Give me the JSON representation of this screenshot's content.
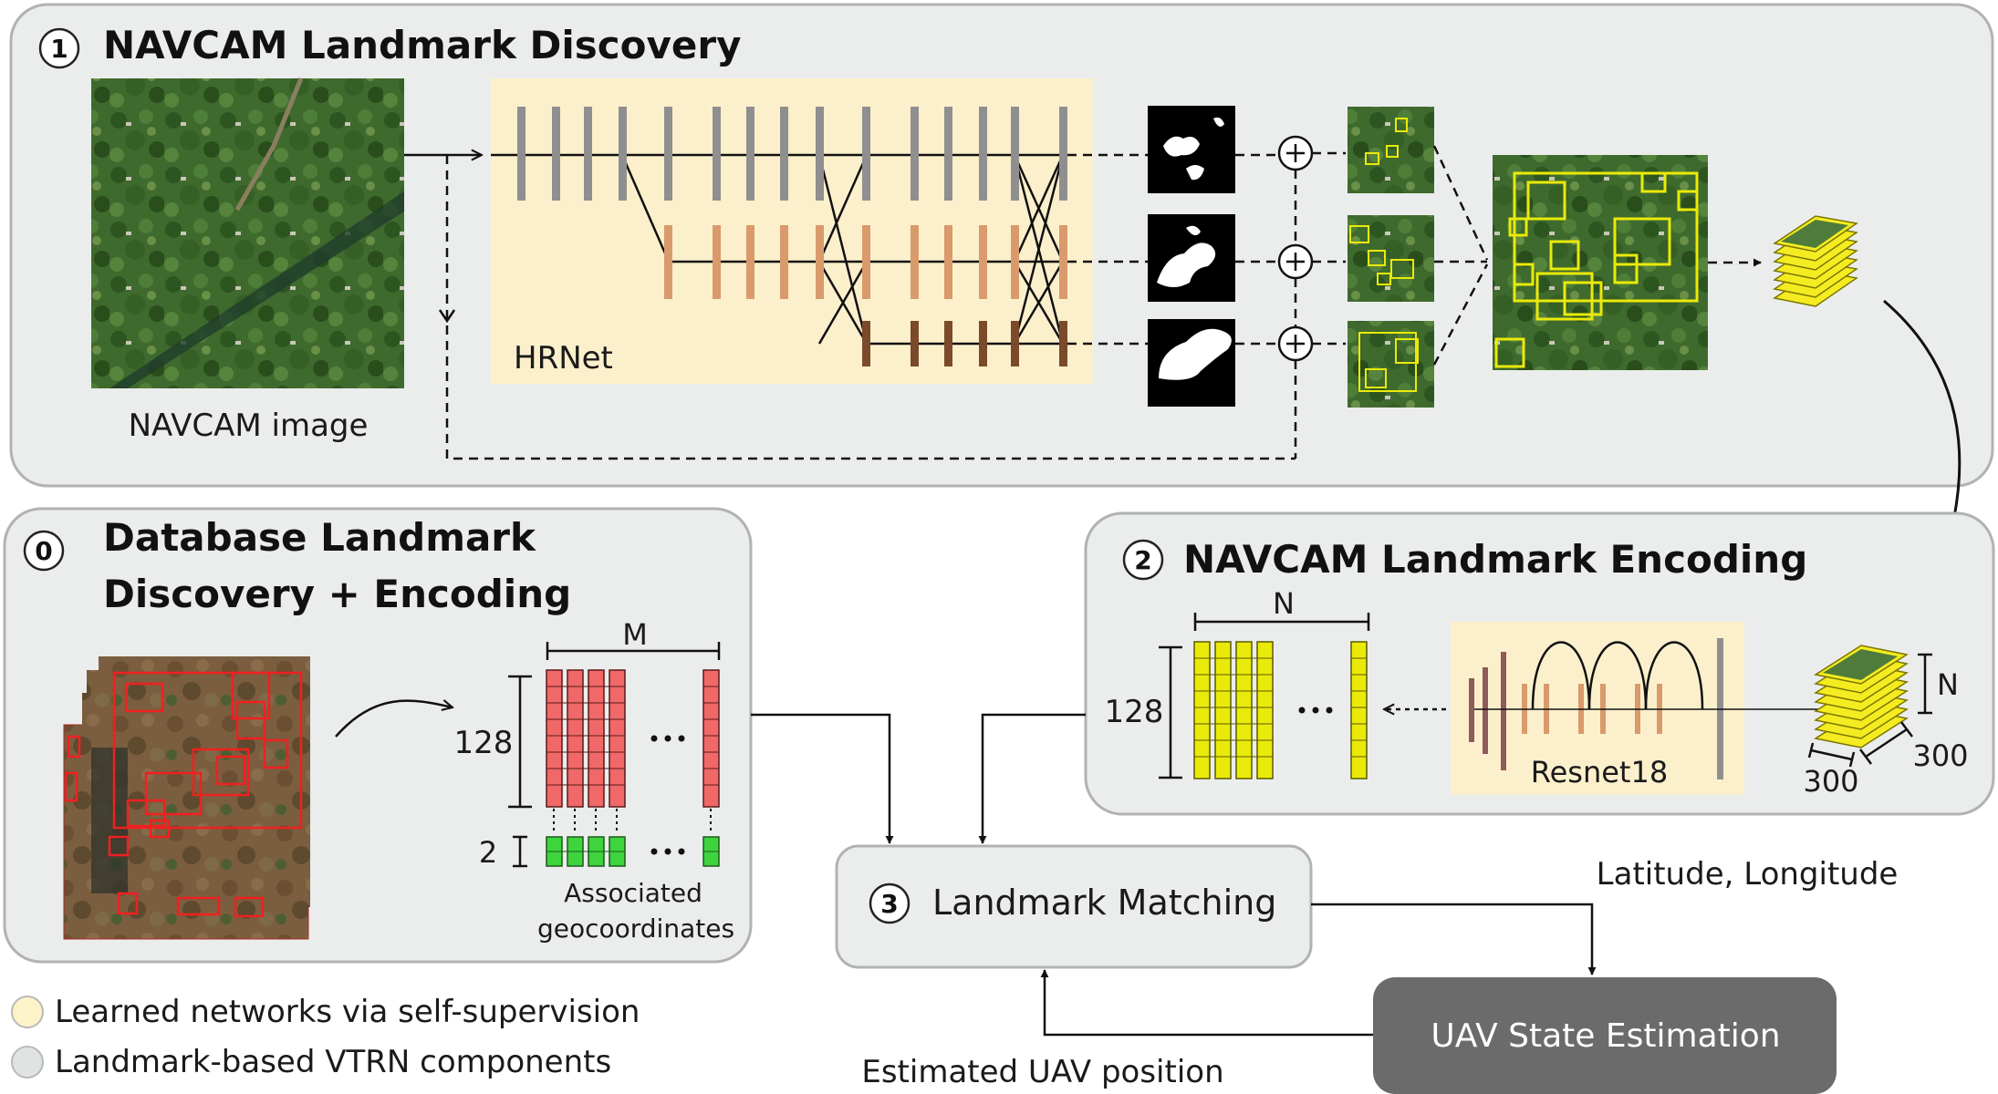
{
  "panels": {
    "discovery": {
      "number": "1",
      "title": "NAVCAM Landmark Discovery",
      "image_label": "NAVCAM image",
      "network_label": "HRNet"
    },
    "database": {
      "number": "0",
      "title_line1": "Database Landmark",
      "title_line2": "Discovery + Encoding",
      "width_label": "M",
      "height_label": "128",
      "geo_height_label": "2",
      "geo_label_line1": "Associated",
      "geo_label_line2": "geocoordinates"
    },
    "encoding": {
      "number": "2",
      "title": "NAVCAM Landmark Encoding",
      "width_label": "N",
      "height_label": "128",
      "network_label": "Resnet18",
      "stack_n_label": "N",
      "stack_w_label": "300",
      "stack_h_label": "300"
    },
    "matching": {
      "number": "3",
      "title": "Landmark Matching"
    },
    "state": {
      "title": "UAV State Estimation"
    }
  },
  "arrows": {
    "latlon": "Latitude, Longitude",
    "position": "Estimated UAV position"
  },
  "legend": [
    {
      "label": "Learned networks via self-supervision",
      "color": "#fdf3c8"
    },
    {
      "label": "Landmark-based VTRN components",
      "color": "#dfe3e1"
    }
  ],
  "colors": {
    "panel": "#ebedec",
    "panel_border": "#b0b3b1",
    "learned": "#fcf0cc",
    "box_yellow": "#eaea0a",
    "db_red": "#f06868",
    "geo_green": "#3ed43e",
    "hrnet_gray": "#8f8f8f",
    "hrnet_orange": "#d99a6c",
    "hrnet_brown": "#7a4a2a",
    "state_box": "#6b6b6b"
  }
}
